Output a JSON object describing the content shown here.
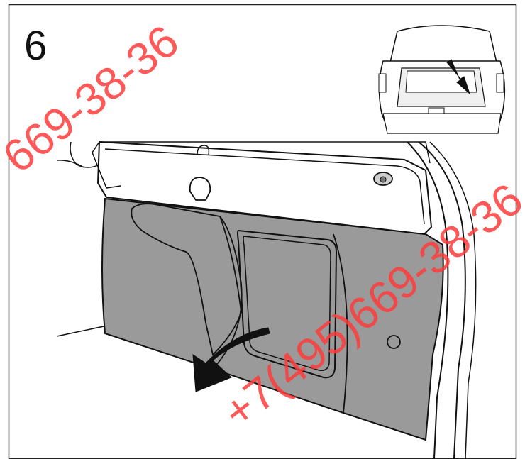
{
  "step": {
    "number": "6"
  },
  "watermark": {
    "text_top": "669-38-36",
    "text_bottom": "+7(495)669-38-36",
    "color": "#ff3b3b"
  },
  "colors": {
    "trim_panel_fill": "#9a9a9a",
    "line": "#111111",
    "background": "#ffffff"
  }
}
